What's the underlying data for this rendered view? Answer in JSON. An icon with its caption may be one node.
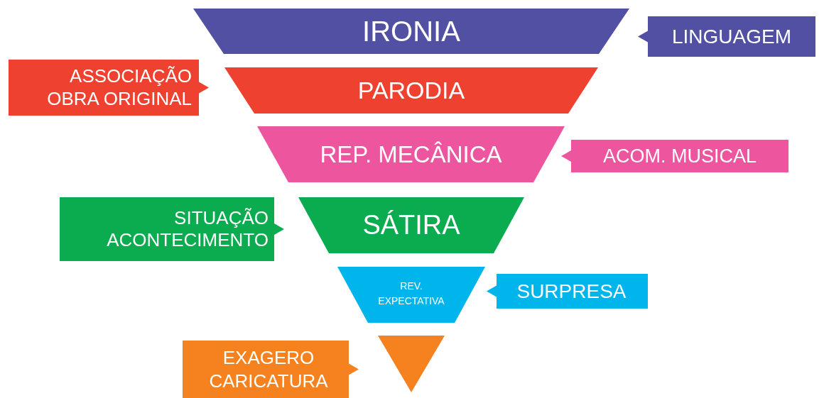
{
  "diagram": {
    "nodes": [
      {
        "text": [
          "IRONIA"
        ]
      },
      {
        "text": [
          "LINGUAGEM"
        ]
      },
      {
        "text": [
          "ASSOCIAÇÃO OBRA ORIGINAL"
        ]
      },
      {
        "text": [
          "PARODIA"
        ]
      },
      {
        "text": [
          "REP. MECÂNICA"
        ]
      },
      {
        "text": [
          "ACOM. MUSICAL"
        ]
      },
      {
        "text": [
          "SITUAÇÃO ACONTECIMENTO"
        ]
      },
      {
        "text": [
          "SÁTIRA"
        ]
      },
      {
        "text": [
          "REV. EXPECTATIVA"
        ]
      },
      {
        "text": [
          "SURPRESA"
        ]
      },
      {
        "text": [
          "EXAGERO CARICATURA"
        ]
      },
      {
        "text": [],
        "shape": "triangle"
      }
    ],
    "edges": []
  }
}
